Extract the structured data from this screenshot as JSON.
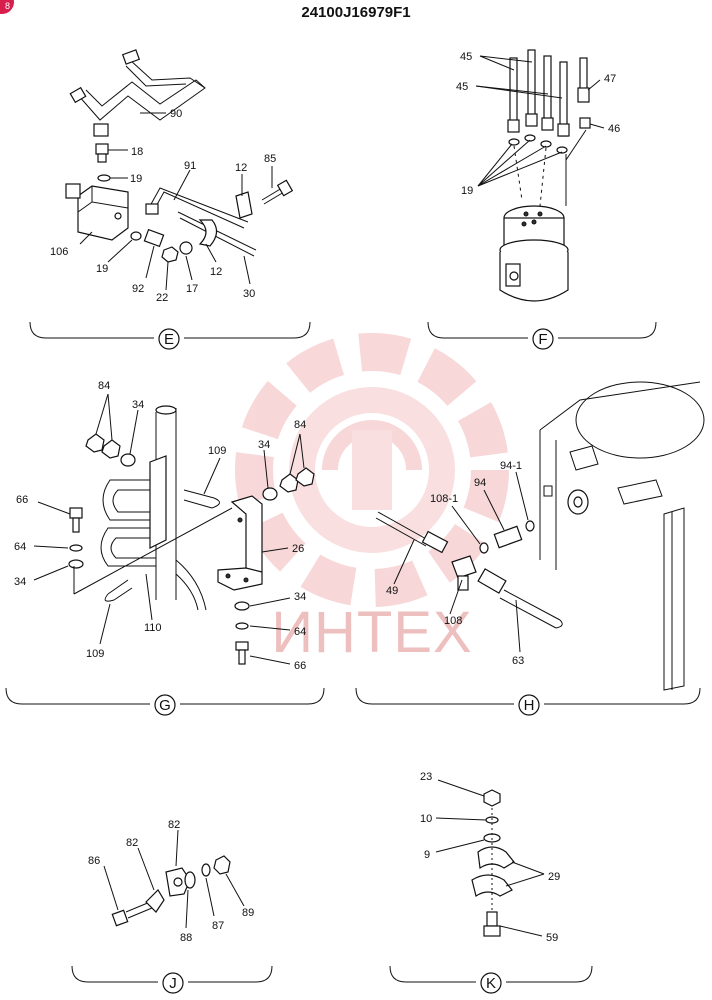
{
  "header": {
    "title": "24100J16979F1",
    "badge": "8"
  },
  "watermark": {
    "text": "ИНТЕХ",
    "color": "#f0a8a8"
  },
  "sections": {
    "E": {
      "letter": "E",
      "labels": [
        "90",
        "18",
        "19",
        "91",
        "12",
        "85",
        "106",
        "19",
        "92",
        "22",
        "17",
        "12",
        "30"
      ]
    },
    "F": {
      "letter": "F",
      "labels": [
        "45",
        "45",
        "47",
        "46",
        "19"
      ]
    },
    "G": {
      "letter": "G",
      "labels": [
        "84",
        "34",
        "109",
        "34",
        "84",
        "66",
        "64",
        "34",
        "26",
        "109",
        "110",
        "34",
        "64",
        "66"
      ]
    },
    "H": {
      "letter": "H",
      "labels": [
        "94-1",
        "94",
        "108-1",
        "49",
        "108",
        "63"
      ]
    },
    "J": {
      "letter": "J",
      "labels": [
        "82",
        "82",
        "86",
        "88",
        "87",
        "89"
      ]
    },
    "K": {
      "letter": "K",
      "labels": [
        "23",
        "10",
        "9",
        "29",
        "59"
      ]
    }
  }
}
